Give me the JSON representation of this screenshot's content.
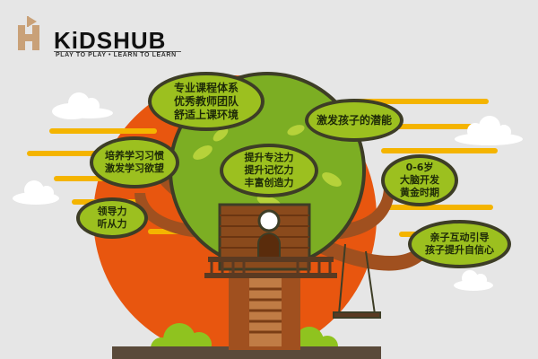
{
  "brand": {
    "name": "KiDSHUB",
    "tagline": "PLAY TO PLAY • LEARN TO LEARN"
  },
  "bubbles": [
    {
      "id": "curriculum",
      "lines": [
        "专业课程体系",
        "优秀教师团队",
        "舒适上课环境"
      ]
    },
    {
      "id": "potential",
      "lines": [
        "激发孩子的潜能"
      ]
    },
    {
      "id": "habits",
      "lines": [
        "培养学习习惯",
        "激发学习欲望"
      ]
    },
    {
      "id": "focus",
      "lines": [
        "提升专注力",
        "提升记忆力",
        "丰富创造力"
      ]
    },
    {
      "id": "leadership",
      "lines": [
        "领导力",
        "听从力"
      ]
    },
    {
      "id": "brain",
      "lines": [
        "0-6岁",
        "大脑开发",
        "黄金时期"
      ]
    },
    {
      "id": "parent-child",
      "lines": [
        "亲子互动引导",
        "孩子提升自信心"
      ]
    }
  ],
  "colors": {
    "background": "#e6e6e6",
    "sun": "#e8560f",
    "stripes": "#f4b400",
    "canopy": "#7cae23",
    "bubble": "#9cc01f",
    "trunk": "#a0501f",
    "house": "#8a4a1c"
  }
}
